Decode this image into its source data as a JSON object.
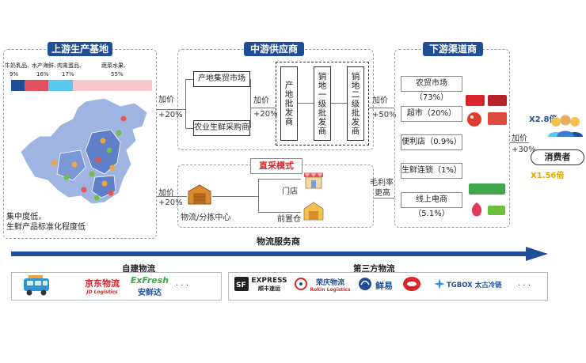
{
  "upstream": {
    "title": "上游生产基地",
    "categories": [
      {
        "label": "牛奶乳品、",
        "pct": "9%",
        "color": "#1f4e96"
      },
      {
        "label": "水产海鲜、",
        "pct": "16%",
        "color": "#e05260"
      },
      {
        "label": "肉禽蛋品、",
        "pct": "17%",
        "color": "#5bc8ef"
      },
      {
        "label": "蔬菜水果、",
        "pct": "55%",
        "color": "#f7c9ce"
      }
    ],
    "note_line1": "集中度低，",
    "note_line2": "生鲜产品标准化程度低"
  },
  "midstream": {
    "title": "中游供应商",
    "markup_in": "加价",
    "markup_in_pct": "+20%",
    "box_market": "产地集贸市场",
    "box_agri": "农业生鲜采购商",
    "markup_mid": "加价",
    "markup_mid_pct": "+20%",
    "v1": "产地批发商",
    "v2": "销地一级批发商",
    "v3": "销地二级批发商",
    "markup_out": "加价",
    "markup_out_pct": "+50%"
  },
  "direct": {
    "title": "直采模式",
    "markup": "加价",
    "markup_pct": "+20%",
    "center_label": "物流/分拣中心",
    "store_label": "门店",
    "front_label": "前置仓",
    "margin_line1": "毛利率",
    "margin_line2": "更高"
  },
  "downstream": {
    "title": "下游渠道商",
    "channels": [
      "农贸市场（73%）",
      "超市（20%）",
      "便利店（0.9%）",
      "生鲜连锁（1%）",
      "线上电商（5.1%）"
    ],
    "markup": "加价",
    "markup_pct": "+30%"
  },
  "consumer": {
    "mult_high": "X2.8倍",
    "mult_low": "X1.56倍",
    "label": "消费者"
  },
  "logistics": {
    "title": "物流服务商",
    "self_title": "自建物流",
    "third_title": "第三方物流",
    "jd": "京东物流",
    "jd_sub": "JD Logistics",
    "exfresh": "ExFresh",
    "exfresh_sub": "安鲜达",
    "sf": "EXPRESS",
    "sf_sub": "顺丰速运",
    "cj": "荣庆物流",
    "cj_sub": "Rokin Logistics",
    "xianyi": "鲜易",
    "tgbox": "TGBOX 太古冷链",
    "ellipsis1": "· · ·",
    "ellipsis2": "· · ·"
  },
  "colors": {
    "navy": "#1f4e96",
    "gold": "#e0a800",
    "red": "#d9262c"
  }
}
